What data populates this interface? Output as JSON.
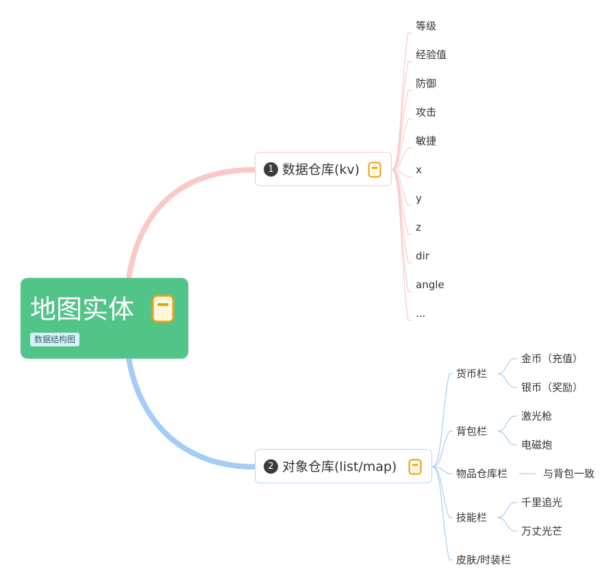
{
  "root": {
    "title": "地图实体",
    "tag": "数据结构图",
    "note_icon": "note-icon",
    "color": "#52c488"
  },
  "branches": [
    {
      "number": "1",
      "label": "数据仓库(kv)",
      "color": "#f9c9c7",
      "items": [
        "等级",
        "经验值",
        "防御",
        "攻击",
        "敏捷",
        "x",
        "y",
        "z",
        "dir",
        "angle",
        "..."
      ]
    },
    {
      "number": "2",
      "label": "对象仓库(list/map)",
      "color": "#a3cdf5",
      "items": [
        {
          "label": "货币栏",
          "children": [
            "金币（充值）",
            "银币（奖励）"
          ]
        },
        {
          "label": "背包栏",
          "children": [
            "激光枪",
            "电磁炮"
          ]
        },
        {
          "label": "物品仓库栏",
          "children": [
            "与背包一致"
          ]
        },
        {
          "label": "技能栏",
          "children": [
            "千里追光",
            "万丈光芒"
          ]
        },
        {
          "label": "皮肤/时装栏",
          "children": []
        }
      ]
    }
  ]
}
